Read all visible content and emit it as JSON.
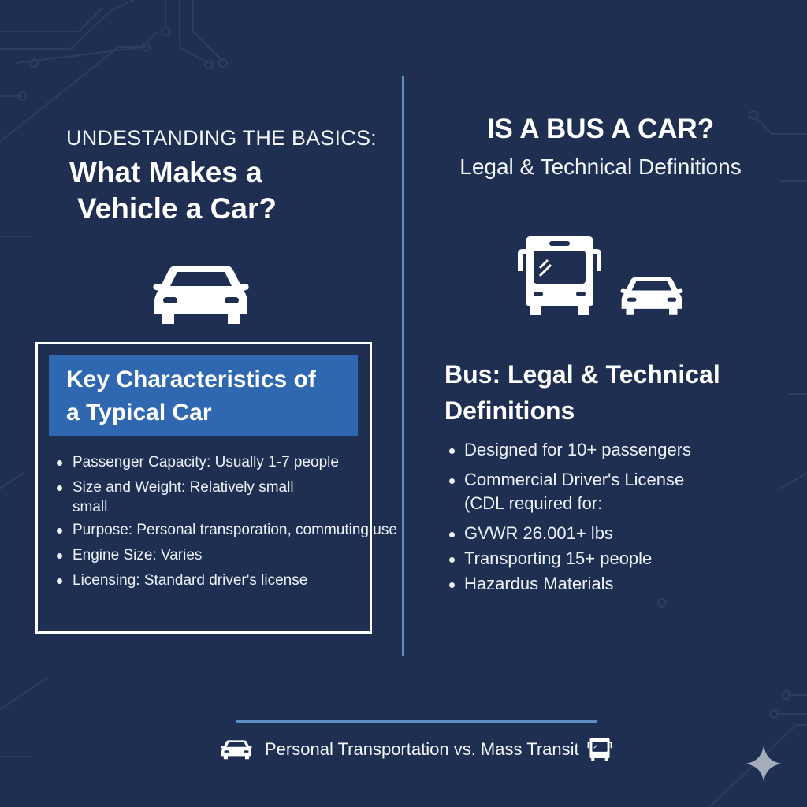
{
  "colors": {
    "background": "#1e2f52",
    "accent_blue": "#2f68b0",
    "divider": "#5b8fc4",
    "text": "#f4f6fa",
    "sparkle": "#a5adbb"
  },
  "left": {
    "kicker": "UNDESTANDING THE BASICS:",
    "title_line1": "What Makes a",
    "title_line2": "Vehicle a Car?",
    "icon": "car-icon"
  },
  "right": {
    "title": "IS A BUS A CAR?",
    "subtitle": "Legal & Technical Definitions",
    "icons": [
      "bus-icon",
      "car-icon"
    ]
  },
  "characteristics": {
    "header_line1": "Key Characteristics of",
    "header_line2": "a Typical Car",
    "items": [
      {
        "text": "Passenger Capacity: Usually 1-7 people"
      },
      {
        "text": "Size and Weight: Relatively small",
        "continuation": "small"
      },
      {
        "text": "Purpose: Personal transporation, commuting use"
      },
      {
        "text": "Engine Size: Varies"
      },
      {
        "text": "Licensing: Standard driver's license"
      }
    ]
  },
  "bus_definitions": {
    "heading_line1": "Bus: Legal & Technical",
    "heading_line2": "Definitions",
    "items": [
      {
        "text": "Designed for 10+ passengers"
      },
      {
        "text": "Commercial Driver's License"
      },
      {
        "text": "(CDL required for:"
      },
      {
        "text": "GVWR 26.001+ lbs"
      },
      {
        "text": "Transporting 15+ people"
      },
      {
        "text": "Hazardus Materials"
      }
    ]
  },
  "footer": {
    "text": "Personal Transportation vs. Mass Transit",
    "left_icon": "car-icon",
    "right_icon": "bus-icon"
  },
  "watermark_icon": "sparkle-icon"
}
